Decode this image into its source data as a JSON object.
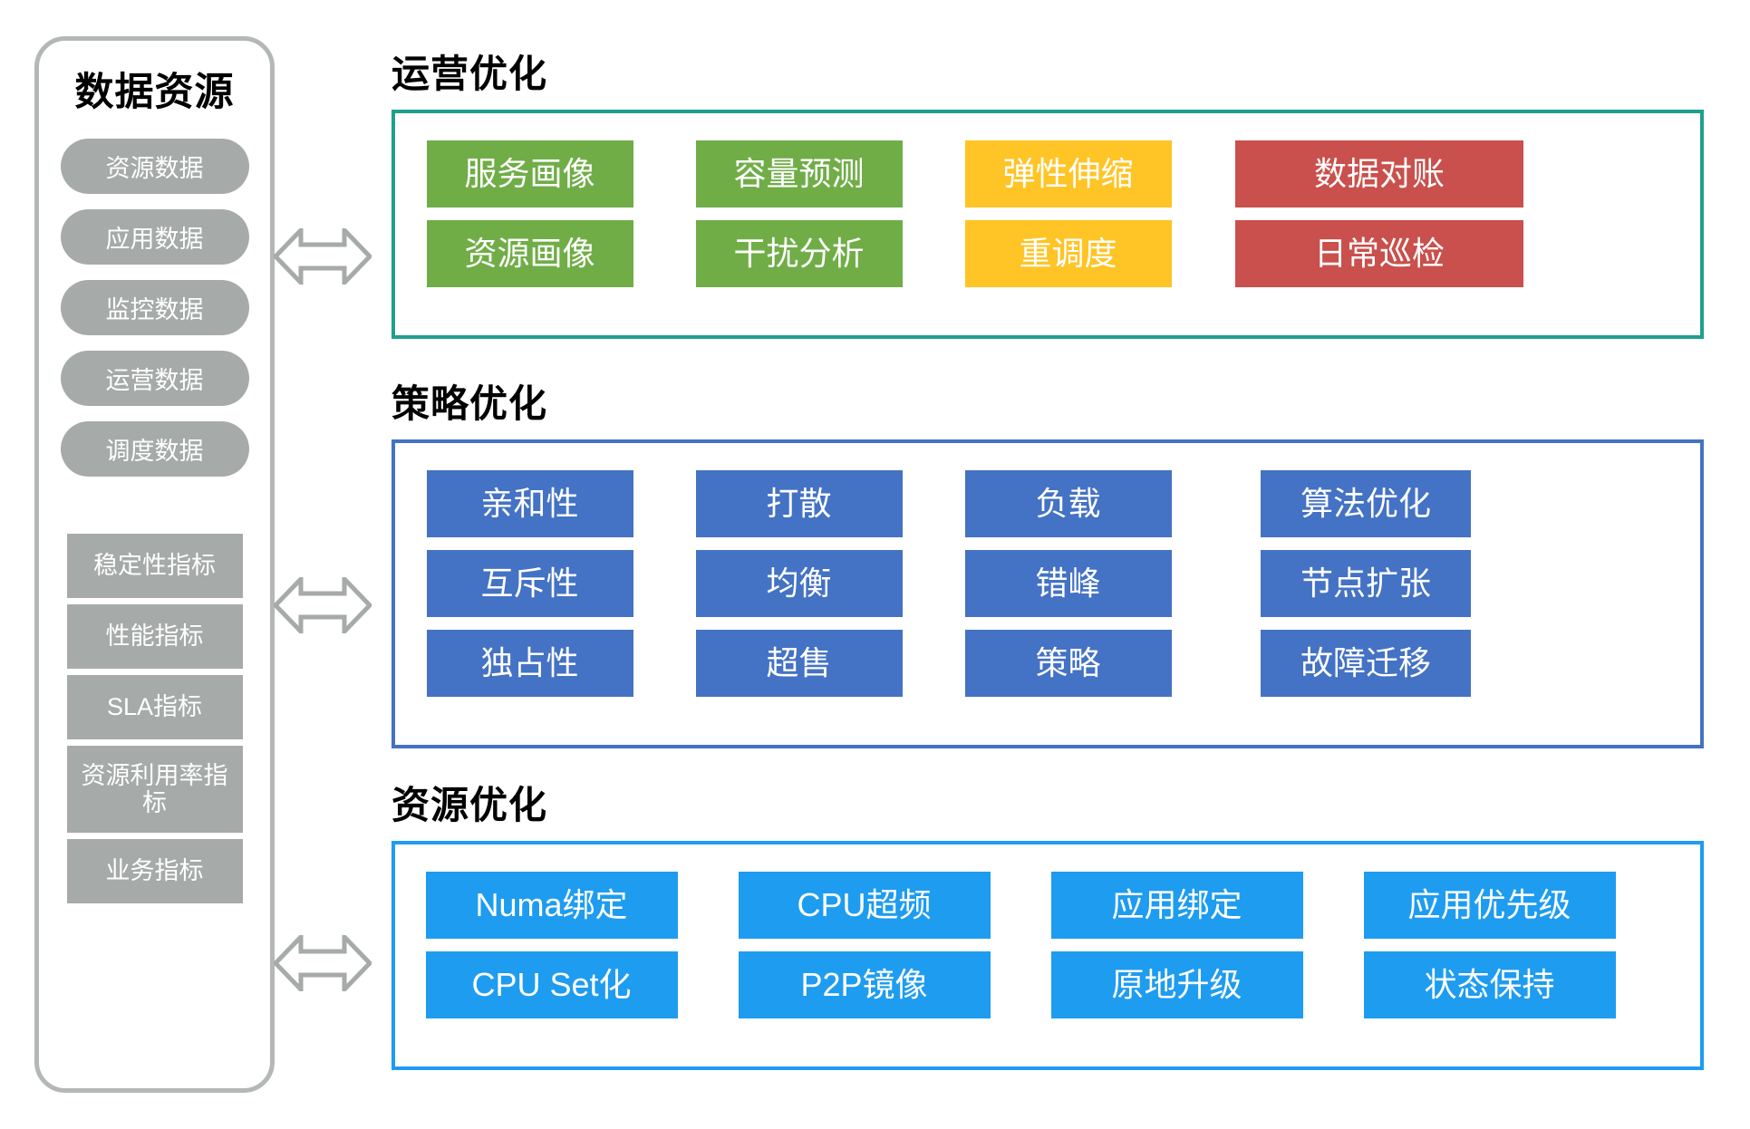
{
  "sidebar": {
    "title": "数据资源",
    "data_pills": [
      "资源数据",
      "应用数据",
      "监控数据",
      "运营数据",
      "调度数据"
    ],
    "metric_blocks": [
      "稳定性指标",
      "性能指标",
      "SLA指标",
      "资源利用率指标",
      "业务指标"
    ]
  },
  "connectors": [
    {
      "name": "arrow-ops",
      "glyph": "double-arrow-horizontal",
      "color": "#a6aaa9"
    },
    {
      "name": "arrow-policy",
      "glyph": "double-arrow-horizontal",
      "color": "#a6aaa9"
    },
    {
      "name": "arrow-resource",
      "glyph": "double-arrow-horizontal",
      "color": "#a6aaa9"
    }
  ],
  "sections": [
    {
      "id": "ops",
      "title": "运营优化",
      "border_color": "#1ea08e",
      "columns": [
        {
          "color": "#70ad47",
          "items": [
            "服务画像",
            "资源画像"
          ]
        },
        {
          "color": "#70ad47",
          "items": [
            "容量预测",
            "干扰分析"
          ]
        },
        {
          "color": "#ffc425",
          "items": [
            "弹性伸缩",
            "重调度"
          ]
        },
        {
          "color": "#c9504c",
          "items": [
            "数据对账",
            "日常巡检"
          ]
        }
      ]
    },
    {
      "id": "policy",
      "title": "策略优化",
      "border_color": "#4472c4",
      "columns": [
        {
          "color": "#4472c4",
          "items": [
            "亲和性",
            "互斥性",
            "独占性"
          ]
        },
        {
          "color": "#4472c4",
          "items": [
            "打散",
            "均衡",
            "超售"
          ]
        },
        {
          "color": "#4472c4",
          "items": [
            "负载",
            "错峰",
            "策略"
          ]
        },
        {
          "color": "#4472c4",
          "items": [
            "算法优化",
            "节点扩张",
            "故障迁移"
          ]
        }
      ]
    },
    {
      "id": "resource",
      "title": "资源优化",
      "border_color": "#1e9cf0",
      "columns": [
        {
          "color": "#1e9cf0",
          "items": [
            "Numa绑定",
            "CPU Set化"
          ]
        },
        {
          "color": "#1e9cf0",
          "items": [
            "CPU超频",
            "P2P镜像"
          ]
        },
        {
          "color": "#1e9cf0",
          "items": [
            "应用绑定",
            "原地升级"
          ]
        },
        {
          "color": "#1e9cf0",
          "items": [
            "应用优先级",
            "状态保持"
          ]
        }
      ]
    }
  ]
}
